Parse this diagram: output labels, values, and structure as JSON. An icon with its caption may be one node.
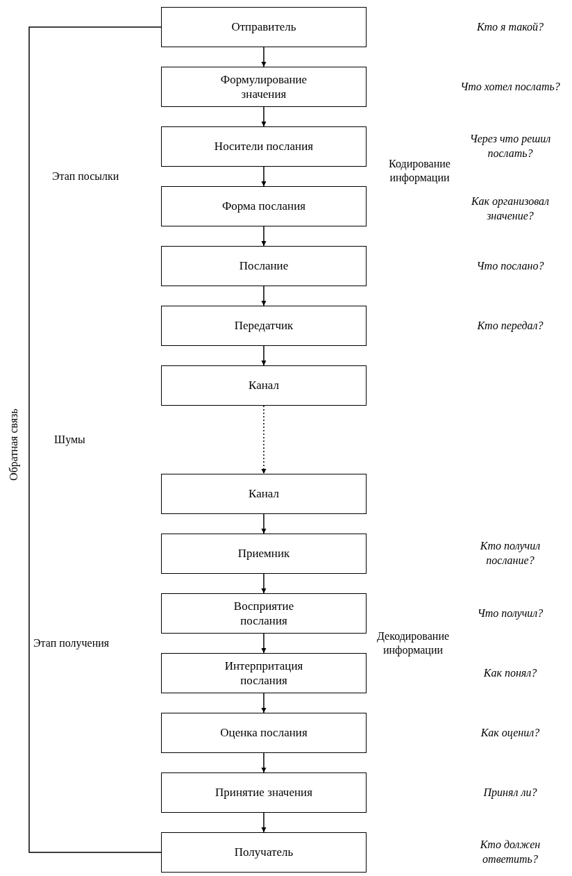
{
  "diagram": {
    "nodes": [
      {
        "text": [
          "Отправитель"
        ]
      },
      {
        "text": [
          "Формулирование значения"
        ]
      },
      {
        "text": [
          "Носители послания"
        ]
      },
      {
        "text": [
          "Форма послания"
        ]
      },
      {
        "text": [
          "Послание"
        ]
      },
      {
        "text": [
          "Передатчик"
        ]
      },
      {
        "text": [
          "Канал"
        ]
      },
      {
        "text": [
          "Канал"
        ]
      },
      {
        "text": [
          "Приемник"
        ]
      },
      {
        "text": [
          "Восприятие послания"
        ]
      },
      {
        "text": [
          "Интерпритация послания"
        ]
      },
      {
        "text": [
          "Оценка послания"
        ]
      },
      {
        "text": [
          "Принятие значения"
        ]
      },
      {
        "text": [
          "Получатель"
        ]
      }
    ],
    "edges": [
      {
        "from": 0,
        "to": 1,
        "arrow": "to"
      },
      {
        "from": 1,
        "to": 2,
        "arrow": "to"
      },
      {
        "from": 2,
        "to": 3,
        "arrow": "to"
      },
      {
        "from": 3,
        "to": 4,
        "arrow": "to"
      },
      {
        "from": 4,
        "to": 5,
        "arrow": "to"
      },
      {
        "from": 5,
        "to": 6,
        "arrow": "to"
      },
      {
        "from": 6,
        "to": 7,
        "arrow": "to",
        "style": "dashed"
      },
      {
        "from": 7,
        "to": 8,
        "arrow": "to"
      },
      {
        "from": 8,
        "to": 9,
        "arrow": "to"
      },
      {
        "from": 9,
        "to": 10,
        "arrow": "to"
      },
      {
        "from": 10,
        "to": 11,
        "arrow": "to"
      },
      {
        "from": 11,
        "to": 12,
        "arrow": "to"
      },
      {
        "from": 12,
        "to": 13,
        "arrow": "to"
      },
      {
        "from": 13,
        "to": 0,
        "arrow": "none",
        "label": "Обратная связь"
      }
    ],
    "labels": [
      "Кто я такой?",
      "Что хотел послать?",
      "Через что решил послать?",
      "Этап посылки",
      "Кодирование информации",
      "Как организовал значение?",
      "Что послано?",
      "Кто передал?",
      "Шумы",
      "Кто получил послание?",
      "Что получил?",
      "Этап получения",
      "Декодирование информации",
      "Как понял?",
      "Как оценил?",
      "Принял ли?",
      "Кто должен ответить?"
    ]
  }
}
